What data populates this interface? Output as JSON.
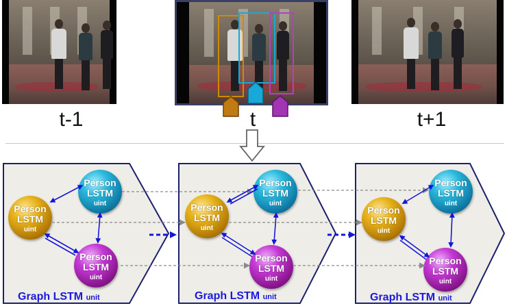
{
  "frames": {
    "labels": [
      "t-1",
      "t",
      "t+1"
    ]
  },
  "graph_units": [
    {
      "nodes": [
        {
          "line1": "Person",
          "line2": "LSTM",
          "line3": "uint",
          "color": "cyan"
        },
        {
          "line1": "Person",
          "line2": "LSTM",
          "line3": "uint",
          "color": "gold"
        },
        {
          "line1": "Person",
          "line2": "LSTM",
          "line3": "uint",
          "color": "purple"
        }
      ],
      "label_main": "Graph LSTM",
      "label_unit": "unit"
    },
    {
      "nodes": [
        {
          "line1": "Person",
          "line2": "LSTM",
          "line3": "uint",
          "color": "cyan"
        },
        {
          "line1": "Person",
          "line2": "LSTM",
          "line3": "uint",
          "color": "gold"
        },
        {
          "line1": "Person",
          "line2": "LSTM",
          "line3": "uint",
          "color": "purple"
        }
      ],
      "label_main": "Graph LSTM",
      "label_unit": "unit"
    },
    {
      "nodes": [
        {
          "line1": "Person",
          "line2": "LSTM",
          "line3": "uint",
          "color": "cyan"
        },
        {
          "line1": "Person",
          "line2": "LSTM",
          "line3": "uint",
          "color": "gold"
        },
        {
          "line1": "Person",
          "line2": "LSTM",
          "line3": "uint",
          "color": "purple"
        }
      ],
      "label_main": "Graph LSTM",
      "label_unit": "unit"
    }
  ],
  "colors": {
    "gold_box": "#d08a00",
    "cyan_box": "#19a9d8",
    "purple_box": "#b63ec6",
    "panel_border": "#1c1f6e",
    "panel_fill": "#efede8",
    "edge_blue": "#1616d8",
    "flow_gray": "#8a8a8a"
  },
  "icons": {
    "down_arrow": "hollow-down-arrow-icon",
    "person_marker": "pentagon-marker-icon"
  }
}
